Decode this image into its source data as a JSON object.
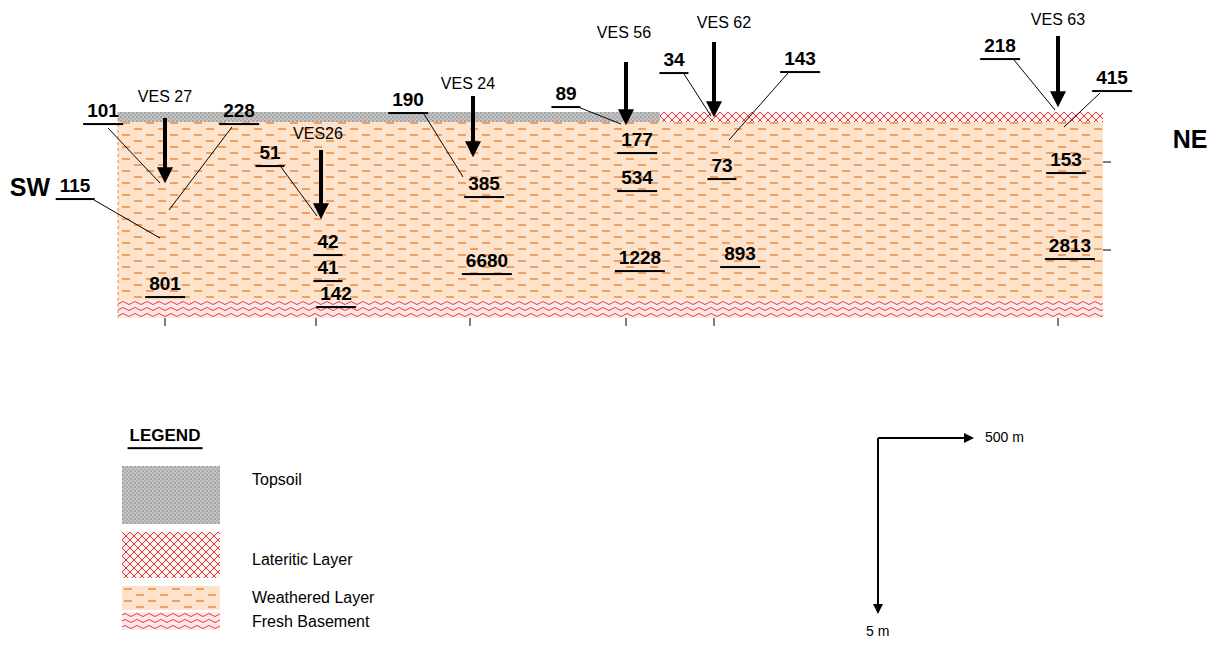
{
  "diagram": {
    "labels": [
      "VES 62",
      "VES 63",
      "VES 56",
      "218",
      "34",
      "143",
      "89",
      "VES 24",
      "415",
      "190",
      "VES 27",
      "101",
      "228",
      "VES26",
      "NE",
      "177",
      "51",
      "73",
      "153",
      "SW",
      "115",
      "385",
      "534",
      "42",
      "2813",
      "6680",
      "1228",
      "893",
      "41",
      "801",
      "142",
      "LEGEND",
      "500 m",
      "5 m"
    ],
    "legend": [
      {
        "text": "Topsoil",
        "color": "#c4c4c4"
      },
      {
        "text": "Lateritic Layer",
        "color": "#fff0f0"
      },
      {
        "text": "Weathered Layer",
        "color": "#fde3cc"
      },
      {
        "text": "Fresh Basement",
        "color": "#ffe8e8"
      }
    ]
  }
}
